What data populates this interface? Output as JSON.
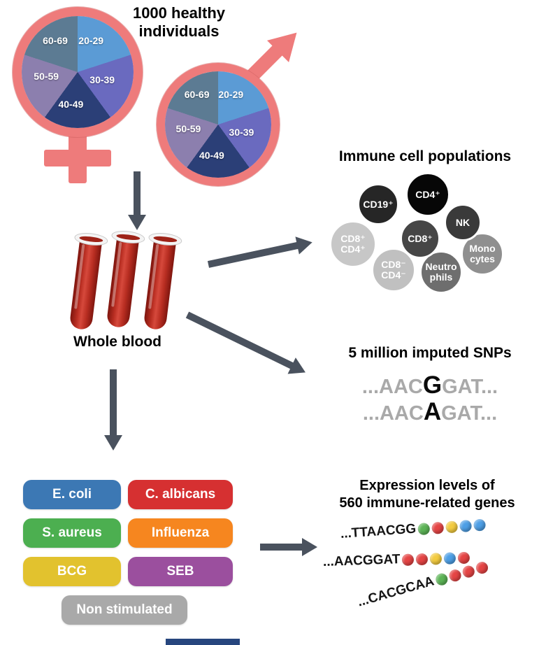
{
  "demographics": {
    "heading": "1000 healthy individuals",
    "age_groups": [
      "20-29",
      "30-39",
      "40-49",
      "50-59",
      "60-69"
    ],
    "segment_colors": [
      "#5B9BD5",
      "#6A6ABF",
      "#2B3F77",
      "#8C7FAE",
      "#5C7B93"
    ],
    "symbol_color": "#EE7B7B"
  },
  "blood": {
    "label": "Whole blood",
    "tube_color": "#B92E22",
    "tube_count": 3
  },
  "immune_cells": {
    "title": "Immune cell populations",
    "items": [
      {
        "line1": "CD19⁺",
        "line2": "",
        "color": "#262626"
      },
      {
        "line1": "CD4⁺",
        "line2": "",
        "color": "#070707"
      },
      {
        "line1": "NK",
        "line2": "",
        "color": "#3A3A3A"
      },
      {
        "line1": "CD8⁺",
        "line2": "",
        "color": "#464646"
      },
      {
        "line1": "CD8⁺",
        "line2": "CD4⁺",
        "color": "#C7C7C7"
      },
      {
        "line1": "Mono",
        "line2": "cytes",
        "color": "#8F8F8F"
      },
      {
        "line1": "CD8⁻",
        "line2": "CD4⁻",
        "color": "#C0C0C0"
      },
      {
        "line1": "Neutro",
        "line2": "phils",
        "color": "#6E6E6E"
      }
    ]
  },
  "snps": {
    "title": "5 million imputed SNPs",
    "sequences": [
      {
        "prefix": "...AAC",
        "variant": "G",
        "suffix": "GAT..."
      },
      {
        "prefix": "...AAC",
        "variant": "A",
        "suffix": "GAT..."
      }
    ]
  },
  "stimulations": {
    "items": [
      {
        "label": "E. coli",
        "color": "#3C78B4"
      },
      {
        "label": "C. albicans",
        "color": "#D63031"
      },
      {
        "label": "S. aureus",
        "color": "#4CAF50"
      },
      {
        "label": "Influenza",
        "color": "#F6861F"
      },
      {
        "label": "BCG",
        "color": "#E2C22E"
      },
      {
        "label": "SEB",
        "color": "#9B4F9E"
      },
      {
        "label": "Non stimulated",
        "color": "#A9A9A9"
      }
    ]
  },
  "expression": {
    "title_line1": "Expression levels of",
    "title_line2": "560 immune-related genes",
    "sequences": [
      {
        "text": "...TTAACGG",
        "dots": [
          "#5CB456",
          "#E54444",
          "#F3CB3F",
          "#4D9FE6",
          "#4D9FE6"
        ]
      },
      {
        "text": "...AACGGAT",
        "dots": [
          "#E54444",
          "#E54444",
          "#F3CB3F",
          "#4D9FE6",
          "#E54444"
        ]
      },
      {
        "text": "...CACGCAA",
        "dots": [
          "#5CB456",
          "#E54444",
          "#E54444",
          "#E54444"
        ]
      }
    ]
  },
  "colors": {
    "arrow_gray": "#4A525E",
    "bottom_bar_navy": "#27467E"
  }
}
